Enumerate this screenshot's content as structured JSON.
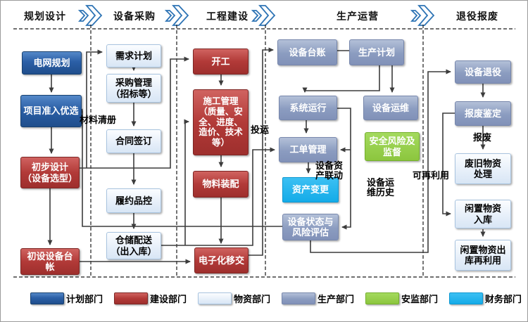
{
  "phases": [
    {
      "label": "规划设计"
    },
    {
      "label": "设备采购"
    },
    {
      "label": "工程建设"
    },
    {
      "label": "生产运营"
    },
    {
      "label": "退役报废"
    }
  ],
  "nodes": {
    "grid_planning": {
      "label": "电网规划",
      "dept": "计划部门"
    },
    "project_priority": {
      "label": "项目准入优选",
      "dept": "计划部门"
    },
    "preliminary_design": {
      "label": "初步设计\n（设备选型）",
      "dept": "建设部门"
    },
    "initial_ledger": {
      "label": "初设设备台\n帐",
      "dept": "建设部门"
    },
    "demand_plan": {
      "label": "需求计划",
      "dept": "物资部门"
    },
    "procurement_mgmt": {
      "label": "采购管理\n（招标等）",
      "dept": "物资部门"
    },
    "contract_sign": {
      "label": "合同签订",
      "dept": "物资部门"
    },
    "quality_control": {
      "label": "履约品控",
      "dept": "物资部门"
    },
    "warehouse_delivery": {
      "label": "仓储配送\n（出入库）",
      "dept": "物资部门"
    },
    "construction_start": {
      "label": "开工",
      "dept": "建设部门"
    },
    "construction_mgmt": {
      "label": "施工管理\n（质量、安\n全、进度、\n造价、技术\n等）",
      "dept": "建设部门"
    },
    "material_assembly": {
      "label": "物料装配",
      "dept": "建设部门"
    },
    "electronic_handover": {
      "label": "电子化移交",
      "dept": "建设部门"
    },
    "equipment_ledger": {
      "label": "设备台账",
      "dept": "生产部门"
    },
    "production_plan": {
      "label": "生产计划",
      "dept": "生产部门"
    },
    "system_operation": {
      "label": "系统运行",
      "dept": "生产部门"
    },
    "equipment_om": {
      "label": "设备运维",
      "dept": "生产部门"
    },
    "work_order": {
      "label": "工单管理",
      "dept": "生产部门"
    },
    "safety_risk": {
      "label": "安全风险及\n监督",
      "dept": "安监部门"
    },
    "asset_change": {
      "label": "资产变更",
      "dept": "财务部门"
    },
    "condition_assessment": {
      "label": "设备状态与\n风险评估",
      "dept": "生产部门"
    },
    "decommission": {
      "label": "设备退役",
      "dept": "生产部门"
    },
    "scrap_appraisal": {
      "label": "报废鉴定",
      "dept": "生产部门"
    },
    "waste_disposal": {
      "label": "废旧物资\n处理",
      "dept": "物资部门"
    },
    "idle_storage": {
      "label": "闲置物资\n入库",
      "dept": "物资部门"
    },
    "idle_reuse": {
      "label": "闲置物资出\n库再利用",
      "dept": "物资部门"
    }
  },
  "edge_labels": {
    "material_list": "材料清册",
    "commissioning": "投运",
    "asset_linkage": "设备资\n产联动",
    "om_history": "设备运\n维历史",
    "scrap": "报废",
    "reusable": "可再利用"
  },
  "legend": [
    {
      "label": "计划部门",
      "color": "#2b5fa6"
    },
    {
      "label": "建设部门",
      "color": "#b23a38"
    },
    {
      "label": "物资部门",
      "color": "#e8f1fa"
    },
    {
      "label": "生产部门",
      "color": "#8b9cc0"
    },
    {
      "label": "安监部门",
      "color": "#8cc63e"
    },
    {
      "label": "财务部门",
      "color": "#1fb2ec"
    }
  ]
}
